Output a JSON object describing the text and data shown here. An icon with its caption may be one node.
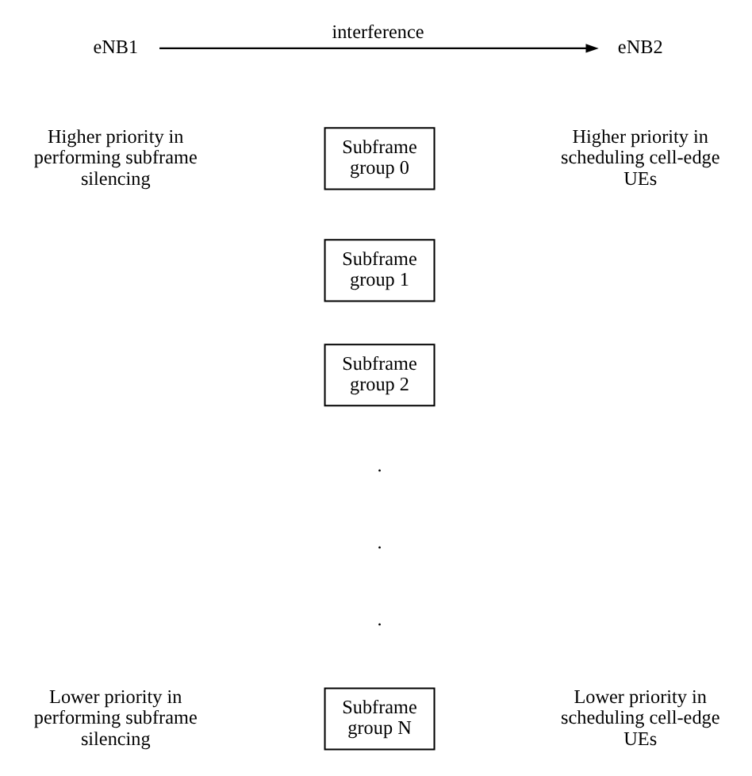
{
  "diagram": {
    "nodes": [
      {
        "text": [
          "eNB1"
        ]
      },
      {
        "text": [
          "eNB2"
        ]
      },
      {
        "text": [
          "Subframe group 0"
        ]
      },
      {
        "text": [
          "Subframe group 1"
        ]
      },
      {
        "text": [
          "Subframe group 2"
        ]
      },
      {
        "text": [
          "Subframe group N"
        ]
      }
    ],
    "edges": [
      {
        "from": 0,
        "to": 1,
        "arrow": "to",
        "label": "interference"
      }
    ],
    "labels": [
      "Higher priority in performing subframe silencing",
      "Higher priority in scheduling cell-edge UEs",
      ".",
      ".",
      ".",
      "Lower priority in performing subframe silencing",
      "Lower priority in scheduling cell-edge UEs"
    ]
  }
}
